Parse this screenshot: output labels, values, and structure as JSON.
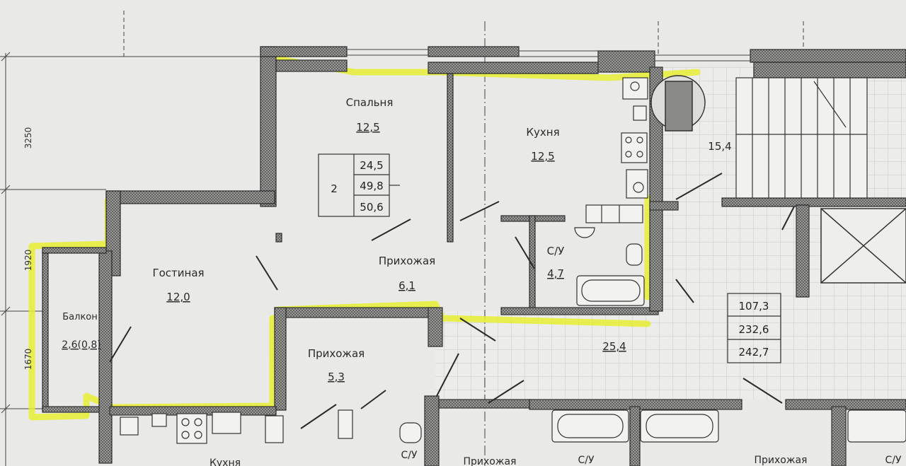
{
  "rooms": {
    "bedroom": {
      "name": "Спальня",
      "area": "12,5"
    },
    "kitchen": {
      "name": "Кухня",
      "area": "12,5"
    },
    "living": {
      "name": "Гостиная",
      "area": "12,0"
    },
    "hallway_main": {
      "name": "Прихожая",
      "area": "6,1"
    },
    "bathroom": {
      "name": "С/У",
      "area": "4,7"
    },
    "balcony": {
      "name": "Балкон",
      "area": "2,6(0,8)"
    },
    "hallway_small": {
      "name": "Прихожая",
      "area": "5,3"
    },
    "stair_hall": {
      "area": "15,4"
    },
    "corridor": {
      "area": "25,4"
    }
  },
  "apartment_table": {
    "rooms": "2",
    "living_area": "24,5",
    "total_area": "49,8",
    "total_with_balcony": "50,6"
  },
  "floor_table": {
    "living_area": "107,3",
    "total_area": "232,6",
    "total_with_balcony": "242,7"
  },
  "dimensions": {
    "d1": "3250",
    "d2": "1920",
    "d3": "1670"
  },
  "bottom_labels": {
    "kitchen": "Кухня",
    "bath_a": "С/У",
    "hall_a": "Прихожая",
    "bath_b": "С/У",
    "hall_b": "Прихожая",
    "bath_c": "С/У"
  },
  "colors": {
    "highlight": "#e6ee32",
    "walls": "#3a3a3a",
    "tile_grid": "#c9c9c6"
  }
}
